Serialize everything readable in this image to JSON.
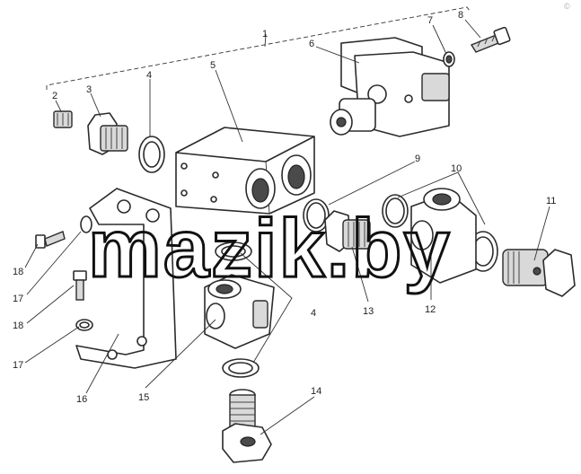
{
  "watermark": "mazik.by",
  "corner_mark": "©",
  "callouts": [
    {
      "id": "1",
      "label": "1"
    },
    {
      "id": "2",
      "label": "2"
    },
    {
      "id": "3",
      "label": "3"
    },
    {
      "id": "4a",
      "label": "4"
    },
    {
      "id": "5",
      "label": "5"
    },
    {
      "id": "6",
      "label": "6"
    },
    {
      "id": "7",
      "label": "7"
    },
    {
      "id": "8",
      "label": "8"
    },
    {
      "id": "9",
      "label": "9"
    },
    {
      "id": "10",
      "label": "10"
    },
    {
      "id": "11",
      "label": "11"
    },
    {
      "id": "12",
      "label": "12"
    },
    {
      "id": "13",
      "label": "13"
    },
    {
      "id": "4b",
      "label": "4"
    },
    {
      "id": "14",
      "label": "14"
    },
    {
      "id": "15",
      "label": "15"
    },
    {
      "id": "16",
      "label": "16"
    },
    {
      "id": "17a",
      "label": "17"
    },
    {
      "id": "18a",
      "label": "18"
    },
    {
      "id": "18b",
      "label": "18"
    },
    {
      "id": "17b",
      "label": "17"
    }
  ]
}
